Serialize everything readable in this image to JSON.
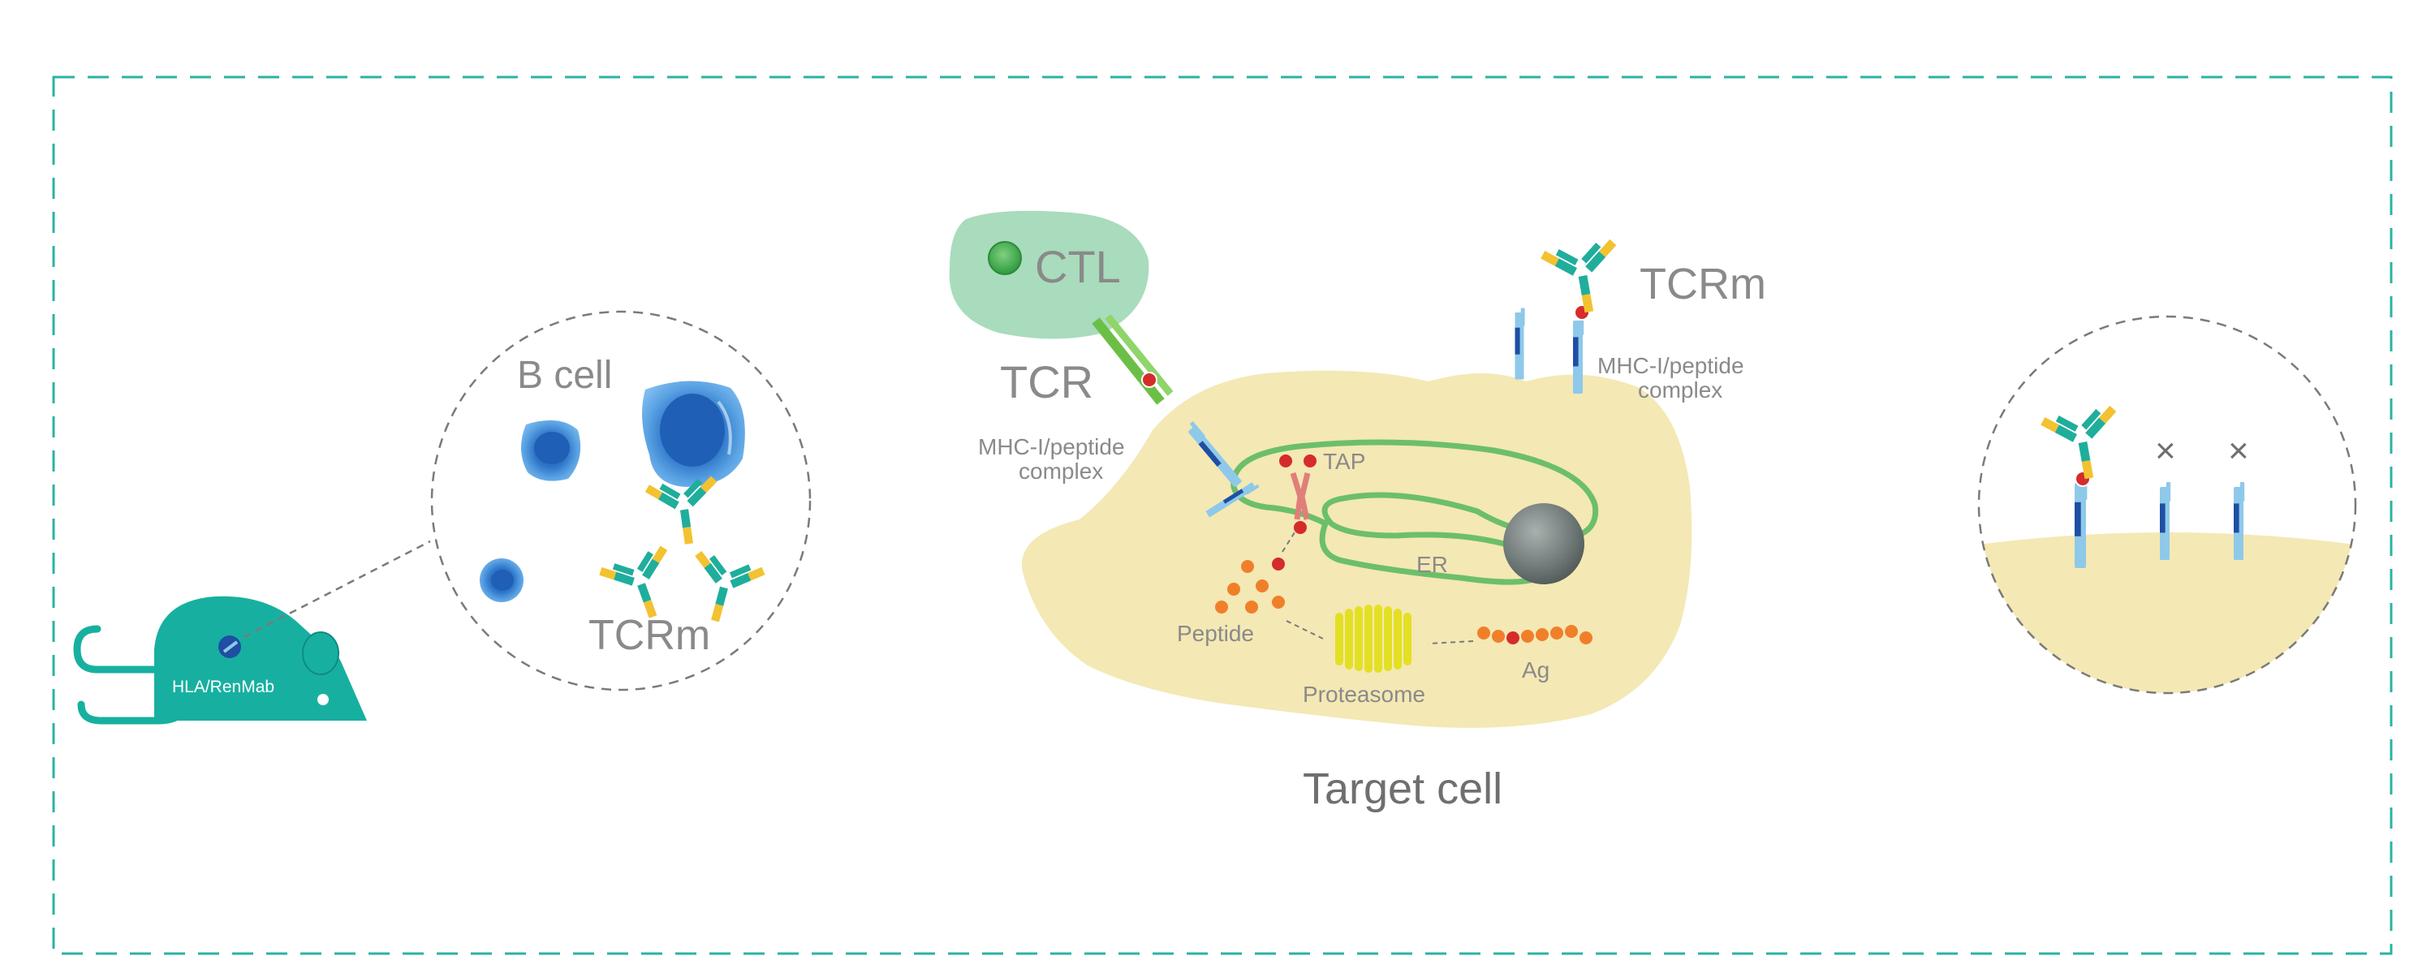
{
  "labels": {
    "b_cell": "B cell",
    "tcrm_left": "TCRm",
    "mouse": "HLA/RenMab",
    "ctl": "CTL",
    "tcr": "TCR",
    "mhc_left": "MHC-I/peptide",
    "mhc_left_2": "complex",
    "tap": "TAP",
    "er": "ER",
    "peptide": "Peptide",
    "proteasome": "Proteasome",
    "ag": "Ag",
    "target_cell": "Target cell",
    "tcrm_top": "TCRm",
    "mhc_right": "MHC-I/peptide",
    "mhc_right_2": "complex",
    "cross_1": "×",
    "cross_2": "×"
  },
  "colors": {
    "frame": "#2bb3a3",
    "mouse": "#17b0a0",
    "target_cell": "#f4e8b4",
    "ctl_cell": "#a8dcbc",
    "er": "#6cbf6a",
    "nucleus": "#707a78",
    "bcell": "#3f8fd6",
    "antibody_teal": "#1fae9c",
    "antibody_yellow": "#f2c230",
    "mhc_light": "#8ec9ea",
    "mhc_dark": "#1f4ea3",
    "peptide_red": "#d62b2b",
    "peptide_orange": "#f07f2a",
    "proteasome": "#e3e024",
    "tcr_green": "#6cbf46",
    "text_grey": "#8a8a8a"
  },
  "icons": [
    "mouse-icon",
    "b-cell-icon",
    "antibody-icon",
    "mhc-complex-icon",
    "proteasome-icon",
    "nucleus-icon",
    "cross-icon"
  ]
}
